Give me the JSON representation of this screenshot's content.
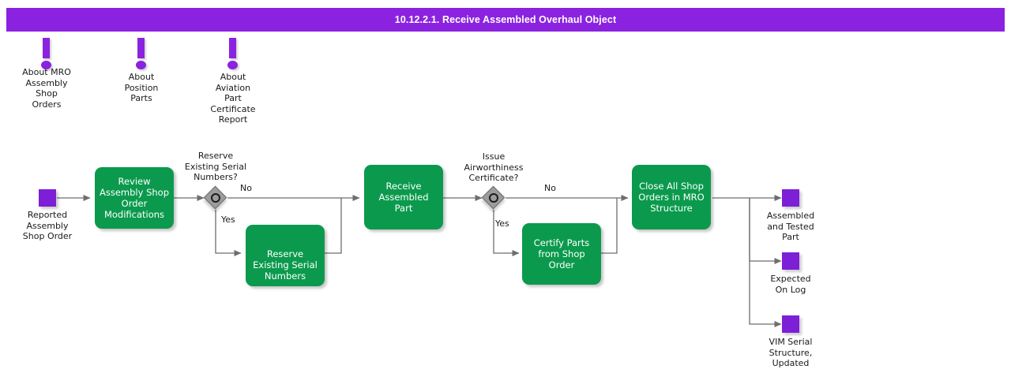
{
  "header": {
    "title": "10.12.2.1. Receive Assembled Overhaul Object",
    "bar_color": "#8B22E0",
    "text_color": "#ffffff"
  },
  "theme": {
    "task_color": "#0B9A4D",
    "event_color": "#7D1FD6",
    "gateway_color": "#9C9C9C",
    "connector_color": "#6E6E6E",
    "canvas_color": "#ffffff"
  },
  "annotations": [
    {
      "icon": "exclamation-icon",
      "label": "About MRO\nAssembly\nShop\nOrders"
    },
    {
      "icon": "exclamation-icon",
      "label": "About\nPosition\nParts"
    },
    {
      "icon": "exclamation-icon",
      "label": "About\nAviation\nPart\nCertificate\nReport"
    }
  ],
  "start_events": [
    {
      "label": "Reported\nAssembly\nShop Order"
    }
  ],
  "tasks": [
    {
      "id": "review-assembly-shop-order-modifications",
      "label": "Review\nAssembly Shop\nOrder\nModifications"
    },
    {
      "id": "reserve-existing-serial-numbers",
      "label": "Reserve Existing\nSerial Numbers"
    },
    {
      "id": "receive-assembled-part",
      "label": "Receive\nAssembled Part"
    },
    {
      "id": "certify-parts-from-shop-order",
      "label": "Certify Parts\nfrom Shop\nOrder"
    },
    {
      "id": "close-all-shop-orders-in-mro-structure",
      "label": "Close All Shop\nOrders in MRO\nStructure"
    }
  ],
  "gateways": [
    {
      "id": "reserve-existing-serial-numbers-gateway",
      "caption": "Reserve\nExisting Serial\nNumbers?",
      "yes_label": "Yes",
      "no_label": "No"
    },
    {
      "id": "issue-airworthiness-certificate-gateway",
      "caption": "Issue\nAirworthiness\nCertificate?",
      "yes_label": "Yes",
      "no_label": "No"
    }
  ],
  "end_events": [
    {
      "label": "Assembled\nand Tested\nPart"
    },
    {
      "label": "Expected\nOn Log"
    },
    {
      "label": "VIM Serial\nStructure,\nUpdated"
    }
  ]
}
